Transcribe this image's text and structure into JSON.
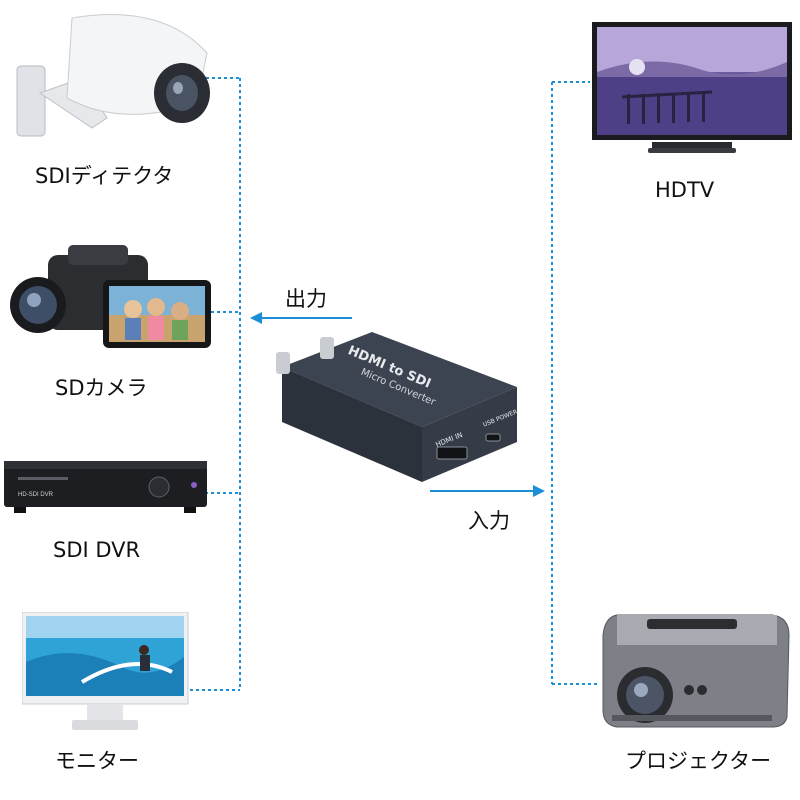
{
  "left_devices": [
    {
      "label": "SDIディテクタ",
      "icon": "security-camera-icon"
    },
    {
      "label": "SDカメラ",
      "icon": "camcorder-icon"
    },
    {
      "label": "SDI DVR",
      "icon": "dvr-icon"
    },
    {
      "label": "モニター",
      "icon": "monitor-icon"
    }
  ],
  "right_devices": [
    {
      "label": "HDTV",
      "icon": "tv-icon"
    },
    {
      "label": "プロジェクター",
      "icon": "projector-icon"
    }
  ],
  "converter": {
    "title": "HDMI to SDI",
    "subtitle": "Micro Converter",
    "port_hdmi": "HDMI IN",
    "port_usb": "USB POWER"
  },
  "arrows": {
    "output": "出力",
    "input": "入力"
  },
  "colors": {
    "line": "#1a8fd8",
    "arrow": "#1a8fd8"
  }
}
